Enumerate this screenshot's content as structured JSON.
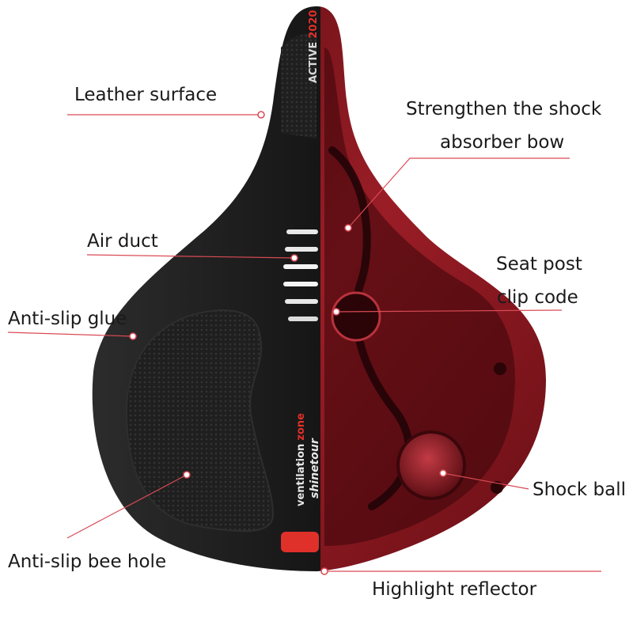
{
  "labels": {
    "leather_surface": "Leather surface",
    "shock_bow_line1": "Strengthen the shock",
    "shock_bow_line2": "absorber bow",
    "air_duct": "Air duct",
    "seat_post_line1": "Seat post",
    "seat_post_line2": "clip code",
    "anti_slip_glue": "Anti-slip glue",
    "shock_ball": "Shock ball",
    "anti_slip_bee_hole": "Anti-slip bee hole",
    "highlight_reflector": "Highlight reflector"
  },
  "saddle_print": {
    "nose_badge": "ACTIVE",
    "nose_badge_accent": "2020",
    "side_text": "ventilation",
    "side_text_accent": "zone",
    "brand": "shinetour"
  },
  "colors": {
    "leader_line": "#d94b55",
    "saddle_black": "#141414",
    "saddle_red": "#8e1a22",
    "accent_red": "#e0302a"
  }
}
